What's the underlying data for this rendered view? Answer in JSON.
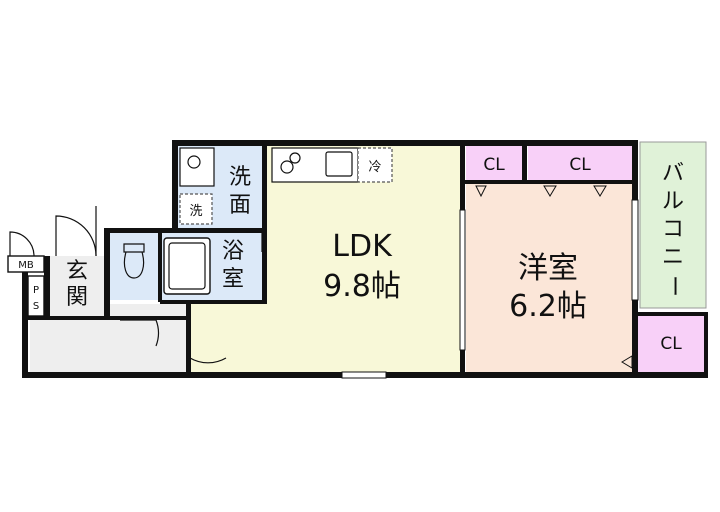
{
  "rooms": {
    "ldk": {
      "name": "LDK",
      "size": "9.8帖"
    },
    "western": {
      "name": "洋室",
      "size": "6.2帖"
    },
    "washroom": {
      "line1": "洗",
      "line2": "面"
    },
    "bath": {
      "line1": "浴",
      "line2": "室"
    },
    "entrance": {
      "line1": "玄",
      "line2": "関"
    },
    "balcony": {
      "chars": [
        "バ",
        "ル",
        "コ",
        "ニ",
        "ー"
      ]
    }
  },
  "closets": [
    "CL",
    "CL",
    "CL"
  ],
  "fixtures": {
    "washer": "洗",
    "fridge": "冷",
    "meter_box": "MB",
    "pipe_space": [
      "P",
      "S"
    ]
  },
  "colors": {
    "ldk": "#f8f8d8",
    "western": "#fbe6d8",
    "wet": "#dce9f8",
    "closet": "#f8d0f8",
    "balcony": "#e0f2d8",
    "entrance": "#eeeeee",
    "wall": "#111111"
  }
}
